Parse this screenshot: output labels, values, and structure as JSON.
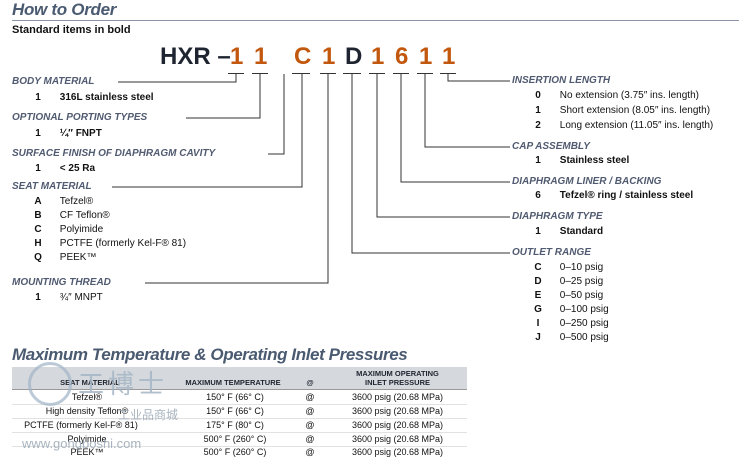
{
  "header": {
    "title": "How to Order",
    "subtitle": "Standard items in bold"
  },
  "code": {
    "prefix": "HXR –",
    "chars": [
      "1",
      "1",
      "C",
      "1",
      "D",
      "1",
      "6",
      "1",
      "1"
    ]
  },
  "left_sections": [
    {
      "title": "BODY MATERIAL",
      "items": [
        {
          "k": "1",
          "v": "316L stainless steel",
          "bold": true
        }
      ]
    },
    {
      "title": "OPTIONAL PORTING TYPES",
      "items": [
        {
          "k": "1",
          "v": "¼″ FNPT",
          "bold": true
        }
      ]
    },
    {
      "title": "SURFACE FINISH OF DIAPHRAGM CAVITY",
      "items": [
        {
          "k": "1",
          "v": "< 25 Ra",
          "bold": true
        }
      ]
    },
    {
      "title": "SEAT MATERIAL",
      "items": [
        {
          "k": "A",
          "v": "Tefzel®",
          "bold": false
        },
        {
          "k": "B",
          "v": "CF Teflon®",
          "bold": false
        },
        {
          "k": "C",
          "v": "Polyimide",
          "bold": false
        },
        {
          "k": "H",
          "v": "PCTFE (formerly Kel-F® 81)",
          "bold": false
        },
        {
          "k": "Q",
          "v": "PEEK™",
          "bold": false
        }
      ]
    },
    {
      "title": "MOUNTING THREAD",
      "items": [
        {
          "k": "1",
          "v": "¾″ MNPT",
          "bold": false
        }
      ]
    }
  ],
  "right_sections": [
    {
      "title": "INSERTION LENGTH",
      "items": [
        {
          "k": "0",
          "v": "No extension (3.75″ ins. length)",
          "bold": false
        },
        {
          "k": "1",
          "v": "Short extension (8.05″ ins. length)",
          "bold": false
        },
        {
          "k": "2",
          "v": "Long extension (11.05″ ins. length)",
          "bold": false
        }
      ]
    },
    {
      "title": "CAP ASSEMBLY",
      "items": [
        {
          "k": "1",
          "v": "Stainless steel",
          "bold": true
        }
      ]
    },
    {
      "title": "DIAPHRAGM LINER / BACKING",
      "items": [
        {
          "k": "6",
          "v": "Tefzel® ring / stainless steel",
          "bold": true
        }
      ]
    },
    {
      "title": "DIAPHRAGM TYPE",
      "items": [
        {
          "k": "1",
          "v": "Standard",
          "bold": true
        }
      ]
    },
    {
      "title": "OUTLET RANGE",
      "items": [
        {
          "k": "C",
          "v": "0–10 psig",
          "bold": false
        },
        {
          "k": "D",
          "v": "0–25 psig",
          "bold": false
        },
        {
          "k": "E",
          "v": "0–50 psig",
          "bold": false
        },
        {
          "k": "G",
          "v": "0–100 psig",
          "bold": false
        },
        {
          "k": "I",
          "v": "0–250 psig",
          "bold": false
        },
        {
          "k": "J",
          "v": "0–500 psig",
          "bold": false
        }
      ]
    }
  ],
  "temp_table": {
    "title": "Maximum Temperature & Operating Inlet Pressures",
    "headers": [
      "SEAT MATERIAL",
      "MAXIMUM TEMPERATURE",
      "@",
      "MAXIMUM OPERATING INLET PRESSURE"
    ],
    "rows": [
      [
        "Tefzel®",
        "150° F (66° C)",
        "@",
        "3600 psig (20.68 MPa)"
      ],
      [
        "High density Teflon®",
        "150° F (66° C)",
        "@",
        "3600 psig (20.68 MPa)"
      ],
      [
        "PCTFE (formerly Kel-F® 81)",
        "175° F (80° C)",
        "@",
        "3600 psig (20.68 MPa)"
      ],
      [
        "Polyimide",
        "500° F (260° C)",
        "@",
        "3600 psig (20.68 MPa)"
      ],
      [
        "PEEK™",
        "500° F (260° C)",
        "@",
        "3600 psig (20.68 MPa)"
      ]
    ]
  },
  "watermark": {
    "brand": "工博士",
    "sub": "工业品商城",
    "url": "www.gongboshi.com"
  }
}
